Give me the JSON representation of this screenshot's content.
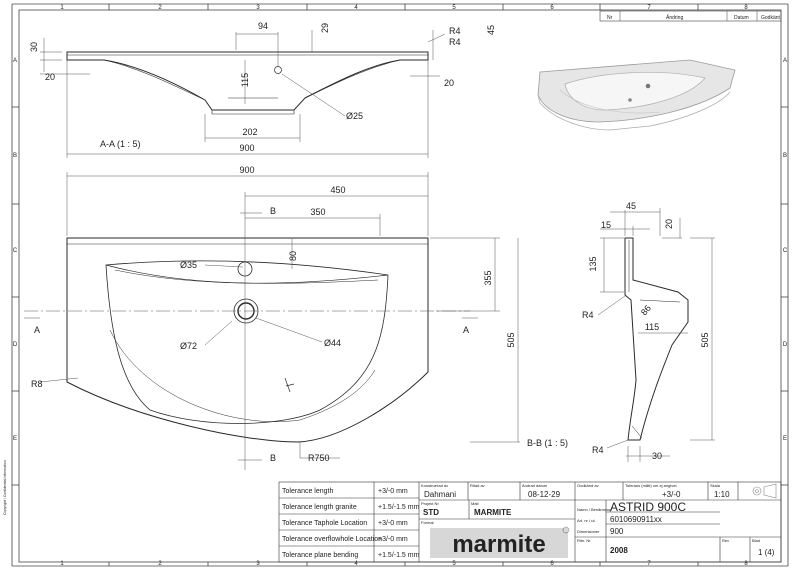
{
  "frame": {
    "cols_top": [
      "1",
      "2",
      "3",
      "4",
      "5",
      "6",
      "7",
      "8"
    ],
    "cols_bottom": [
      "1",
      "2",
      "3",
      "4",
      "5",
      "6",
      "7",
      "8"
    ],
    "rows_left": [
      "A",
      "B",
      "C",
      "D",
      "E"
    ],
    "rows_right": [
      "A",
      "B",
      "C",
      "D",
      "E"
    ],
    "side_text": "Copyright / Confidential information"
  },
  "revision_table": {
    "headers": [
      "Nr",
      "Ändring",
      "Datum",
      "Godkänt"
    ]
  },
  "section_aa": {
    "caption": "A-A  (1 : 5)",
    "dims": {
      "d94": "94",
      "d29": "29",
      "d30": "30",
      "d20_left": "20",
      "d115": "115",
      "d202": "202",
      "d900": "900",
      "d25": "Ø25",
      "r4a": "R4",
      "r4b": "R4",
      "d45": "45",
      "d20_right": "20"
    }
  },
  "plan_view": {
    "dims": {
      "d900": "900",
      "d450": "450",
      "d350": "350",
      "d80": "80",
      "d35": "Ø35",
      "d72": "Ø72",
      "d44": "Ø44",
      "d355": "355",
      "d505": "505",
      "r8": "R8",
      "r750": "R750"
    },
    "section_marks": {
      "b": "B",
      "a": "A"
    }
  },
  "section_bb": {
    "caption": "B-B  (1 : 5)",
    "dims": {
      "d45": "45",
      "d15": "15",
      "d20": "20",
      "d135": "135",
      "r4_top": "R4",
      "d86": "86",
      "d115": "115",
      "d505": "505",
      "r4_bottom": "R4",
      "d30": "30"
    }
  },
  "title_block": {
    "tolerances": [
      {
        "label": "Tolerance length",
        "value": "+3/-0 mm"
      },
      {
        "label": "Tolerance length granite",
        "value": "+1.5/-1.5 mm"
      },
      {
        "label": "Tolerance Taphole Location",
        "value": "+3/-0 mm"
      },
      {
        "label": "Tolerance overflowhole Location",
        "value": "+3/-0 mm"
      },
      {
        "label": "Tolerance plane bending",
        "value": "+1.5/-1.5 mm"
      }
    ],
    "drawn_by": "Dahmani",
    "date": "08-12-29",
    "project": "STD",
    "material": "MARMITE",
    "tolerance_general": "+3/-0",
    "scale": "1:10",
    "product": "ASTRID    900C",
    "article_no": "6010690911xx",
    "dimension": "900",
    "year": "2008",
    "sheet": "1 (4)",
    "logo_text": "marmite",
    "field_labels": {
      "drawn": "Konstruerad av",
      "checked": "Ritad av",
      "approved": "Ändrad datum",
      "checked2": "Godkänd av",
      "tol": "Tolerans (mått) om ej angivet",
      "scale": "Skala",
      "project": "Projekt Nr",
      "material": "Matl",
      "name": "Namn / Benämning",
      "artno": "Art. nr / ut.",
      "dim": "Dimensioner",
      "drawing_no": "Ritn. Nr",
      "rev": "Rev",
      "sheet": "Blad",
      "format": "Format"
    }
  },
  "colors": {
    "line": "#2a2a2a",
    "logo_red": "#cc2228",
    "logo_bg": "#d7d7d7"
  }
}
